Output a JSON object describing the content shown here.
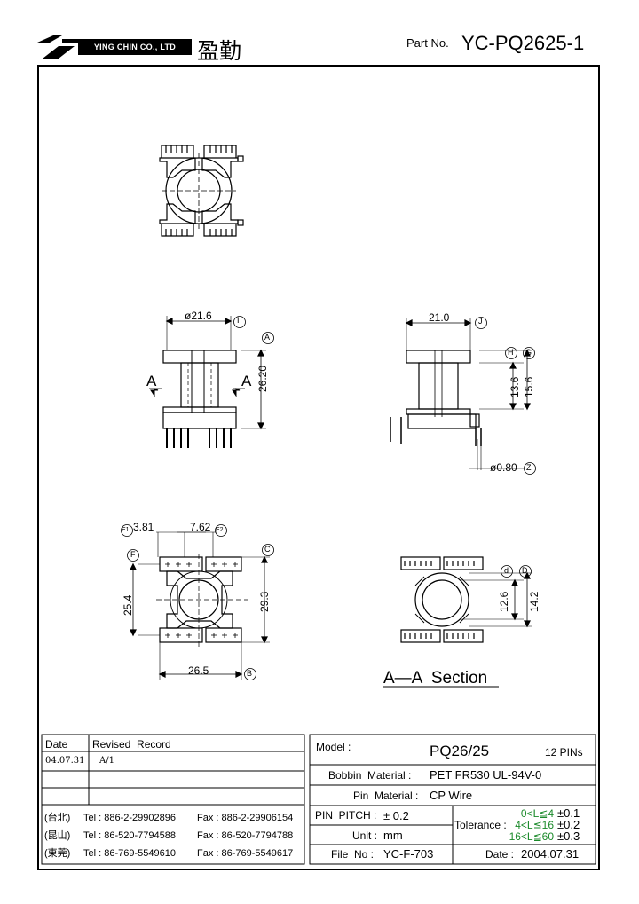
{
  "header": {
    "company_en": "YING CHIN CO., LTD",
    "company_cjk": "盈勤",
    "part_no_label": "Part No.",
    "part_no": "YC-PQ2625-1"
  },
  "drawing": {
    "dims": {
      "d1": "ø21.6",
      "d2": "21.0",
      "d3": "26.20",
      "d4": "13.6",
      "d5": "15.6",
      "d6": "ø0.80",
      "d7": "3.81",
      "d8": "7.62",
      "d9": "25.4",
      "d10": "29.3",
      "d11": "26.5",
      "d12": "12.6",
      "d13": "14.2"
    },
    "refs": {
      "I": "I",
      "A": "A",
      "J": "J",
      "H": "H",
      "G": "G",
      "Z": "Z",
      "E1": "E1",
      "E2": "E2",
      "F": "F",
      "C": "C",
      "B": "B",
      "d": "d",
      "D": "D"
    },
    "section_arrow_label": "A",
    "section_title": "A—A  Section"
  },
  "revision_table": {
    "headers": [
      "Date",
      "Revised  Record"
    ],
    "rows": [
      [
        "04.07.31",
        "A/1"
      ],
      [
        "",
        ""
      ],
      [
        "",
        ""
      ]
    ]
  },
  "contacts": [
    {
      "region": "(台北)",
      "tel": "Tel : 886-2-29902896",
      "fax": "Fax : 886-2-29906154"
    },
    {
      "region": "(昆山)",
      "tel": "Tel : 86-520-7794588",
      "fax": "Fax : 86-520-7794788"
    },
    {
      "region": "(東莞)",
      "tel": "Tel : 86-769-5549610",
      "fax": "Fax : 86-769-5549617"
    }
  ],
  "spec": {
    "model_label": "Model :",
    "model": "PQ26/25",
    "pins": "12 PINs",
    "bobbin_label": "Bobbin  Material :",
    "bobbin": "PET FR530 UL-94V-0",
    "pin_material_label": "Pin  Material :",
    "pin_material": "CP Wire",
    "pitch_label": "PIN  PITCH :",
    "pitch": "± 0.2",
    "unit_label": "Unit :",
    "unit": "mm",
    "file_label": "File  No :",
    "file_no": "YC-F-703",
    "tolerance_label": "Tolerance :",
    "tolerance_rows": [
      {
        "range": "0<L≦4",
        "tol": "±0.1"
      },
      {
        "range": "4<L≦16",
        "tol": "±0.2"
      },
      {
        "range": "16<L≦60",
        "tol": "±0.3"
      }
    ],
    "date_label": "Date :",
    "date": "2004.07.31"
  },
  "colors": {
    "ink": "#000000",
    "tolerance_accent": "#1a8a2a"
  }
}
